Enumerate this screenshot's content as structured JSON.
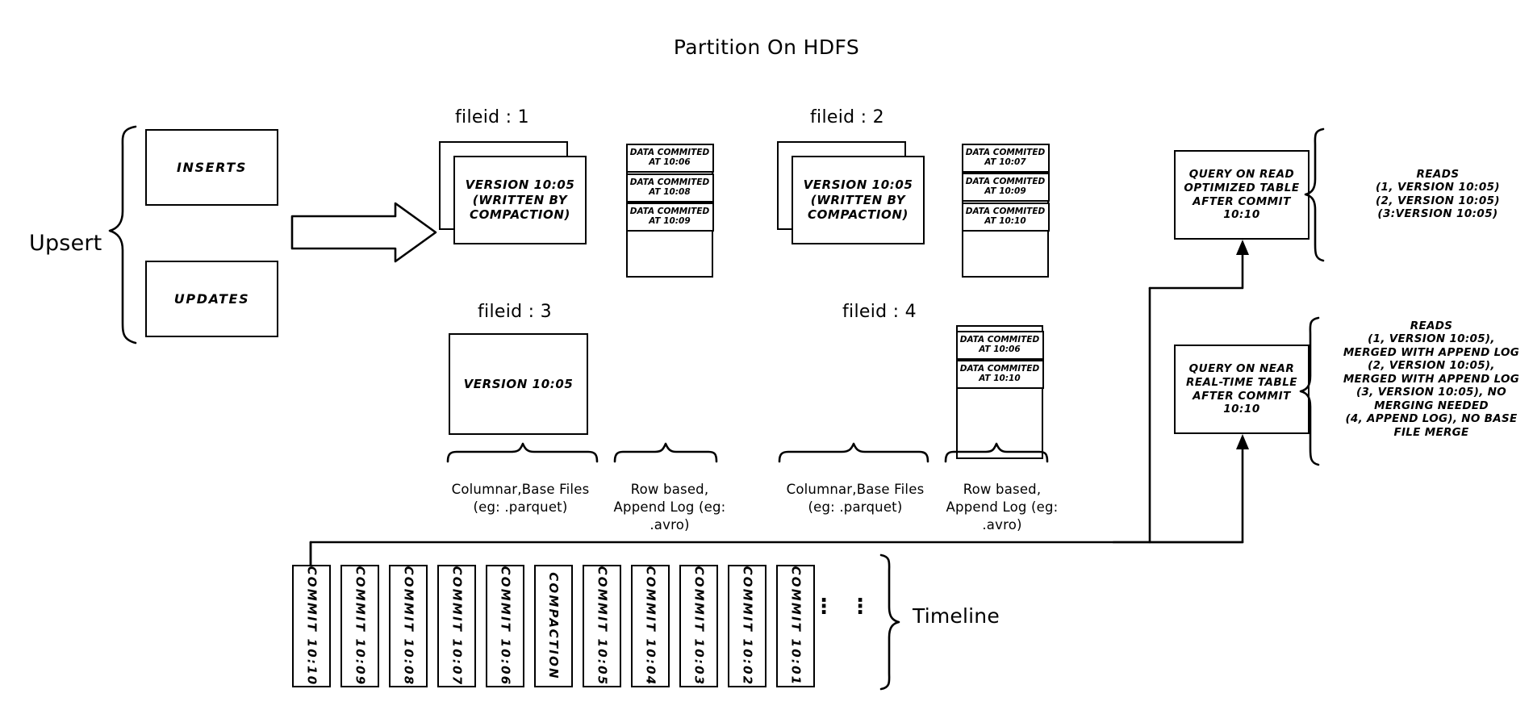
{
  "diagram": {
    "title": "Partition On HDFS",
    "upsert_label": "Upsert",
    "timeline_label": "Timeline",
    "commit_arrow_label": "Commit 10:10"
  },
  "inputs": [
    {
      "label": "INSERTS"
    },
    {
      "label": "UPDATES"
    }
  ],
  "filegroups": [
    {
      "id": "fileid-1",
      "label": "fileid : 1",
      "base_file": "VERSION 10:05\n(WRITTEN BY\nCOMPACTION)",
      "base_stacked": true,
      "log_entries": [
        "DATA COMMITED\nAT 10:06",
        "DATA COMMITED\nAT 10:08",
        "DATA COMMITED\nAT 10:09"
      ]
    },
    {
      "id": "fileid-2",
      "label": "fileid : 2",
      "base_file": "VERSION 10:05\n(WRITTEN BY\nCOMPACTION)",
      "base_stacked": true,
      "log_entries": [
        "DATA COMMITED\nAT 10:07",
        "DATA COMMITED\nAT 10:09",
        "DATA COMMITED\nAT 10:10"
      ]
    },
    {
      "id": "fileid-3",
      "label": "fileid : 3",
      "base_file": "VERSION 10:05",
      "base_stacked": false,
      "log_entries": []
    },
    {
      "id": "fileid-4",
      "label": "fileid : 4",
      "base_file": "",
      "base_stacked": false,
      "log_entries": [
        "DATA COMMITED\nAT 10:06",
        "DATA COMMITED\nAT 10:10"
      ]
    }
  ],
  "captions": {
    "columnar_left": "Columnar,Base Files\n(eg: .parquet)",
    "rowlog_left": "Row based,\nAppend Log  (eg:\n.avro)",
    "columnar_right": "Columnar,Base Files\n(eg: .parquet)",
    "rowlog_right": "Row based,\nAppend Log  (eg:\n.avro)"
  },
  "queries": [
    {
      "id": "read-optimized",
      "text": "QUERY ON READ\nOPTIMIZED TABLE\nAFTER COMMIT\n10:10",
      "reads": "READS\n(1, VERSION 10:05)\n(2, VERSION 10:05)\n(3:VERSION 10:05)"
    },
    {
      "id": "near-real-time",
      "text": "QUERY ON NEAR\nREAL-TIME TABLE\nAFTER COMMIT\n10:10",
      "reads": "READS\n(1, VERSION 10:05),\nMERGED WITH APPEND LOG\n(2, VERSION 10:05),\nMERGED WITH APPEND LOG\n(3, VERSION 10:05), NO\nMERGING NEEDED\n(4, APPEND LOG), NO BASE\nFILE MERGE"
    }
  ],
  "timeline": {
    "label": "Timeline",
    "ellipsis": [
      "⋮",
      "⋮"
    ],
    "cards": [
      {
        "label": "COMMIT  10:10"
      },
      {
        "label": "COMMIT  10:09"
      },
      {
        "label": "COMMIT  10:08"
      },
      {
        "label": "COMMIT  10:07"
      },
      {
        "label": "COMMIT  10:06"
      },
      {
        "label": "COMPACTION"
      },
      {
        "label": "COMMIT  10:05"
      },
      {
        "label": "COMMIT  10:04"
      },
      {
        "label": "COMMIT  10:03"
      },
      {
        "label": "COMMIT  10:02"
      },
      {
        "label": "COMMIT  10:01"
      }
    ]
  },
  "colors": {
    "stroke": "#000000",
    "background": "#ffffff"
  }
}
